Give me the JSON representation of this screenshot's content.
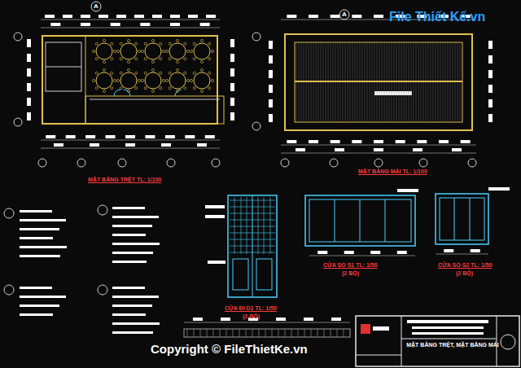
{
  "diagram": {
    "nodes": [
      {
        "text": [
          "File Thiết Kế.vn"
        ]
      },
      {
        "text": [
          "MẶT BẰNG TRỆT, MẶT BẰNG MÁI"
        ]
      }
    ],
    "labels": [
      "A",
      "A",
      "MẶT BẰNG TRỆT TL: 1/100",
      "MẶT BẰNG MÁI TL: 1/100",
      "CỬA ĐI D1 TL: 1/50",
      "(2 BỘ)",
      "CỬA SỔ S1 TL: 1/50",
      "(2 BỘ)",
      "CỬA SỔ S2 TL: 1/50",
      "(2 BỘ)",
      "Copyright © FileThietKe.vn"
    ]
  }
}
